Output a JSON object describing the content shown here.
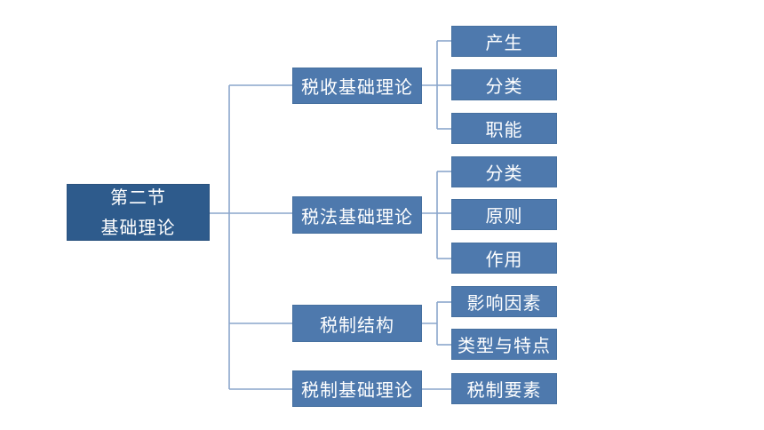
{
  "root": {
    "line1": "第二节",
    "line2": "基础理论"
  },
  "branches": [
    {
      "label": "税收基础理论",
      "children": [
        "产生",
        "分类",
        "职能"
      ]
    },
    {
      "label": "税法基础理论",
      "children": [
        "分类",
        "原则",
        "作用"
      ]
    },
    {
      "label": "税制结构",
      "children": [
        "影响因素",
        "类型与特点"
      ]
    },
    {
      "label": "税制基础理论",
      "children": [
        "税制要素"
      ]
    }
  ],
  "colors": {
    "root_fill": "#2e5b8c",
    "node_fill": "#4e79ad",
    "connector": "#8aa6cc",
    "text": "#ffffff"
  }
}
